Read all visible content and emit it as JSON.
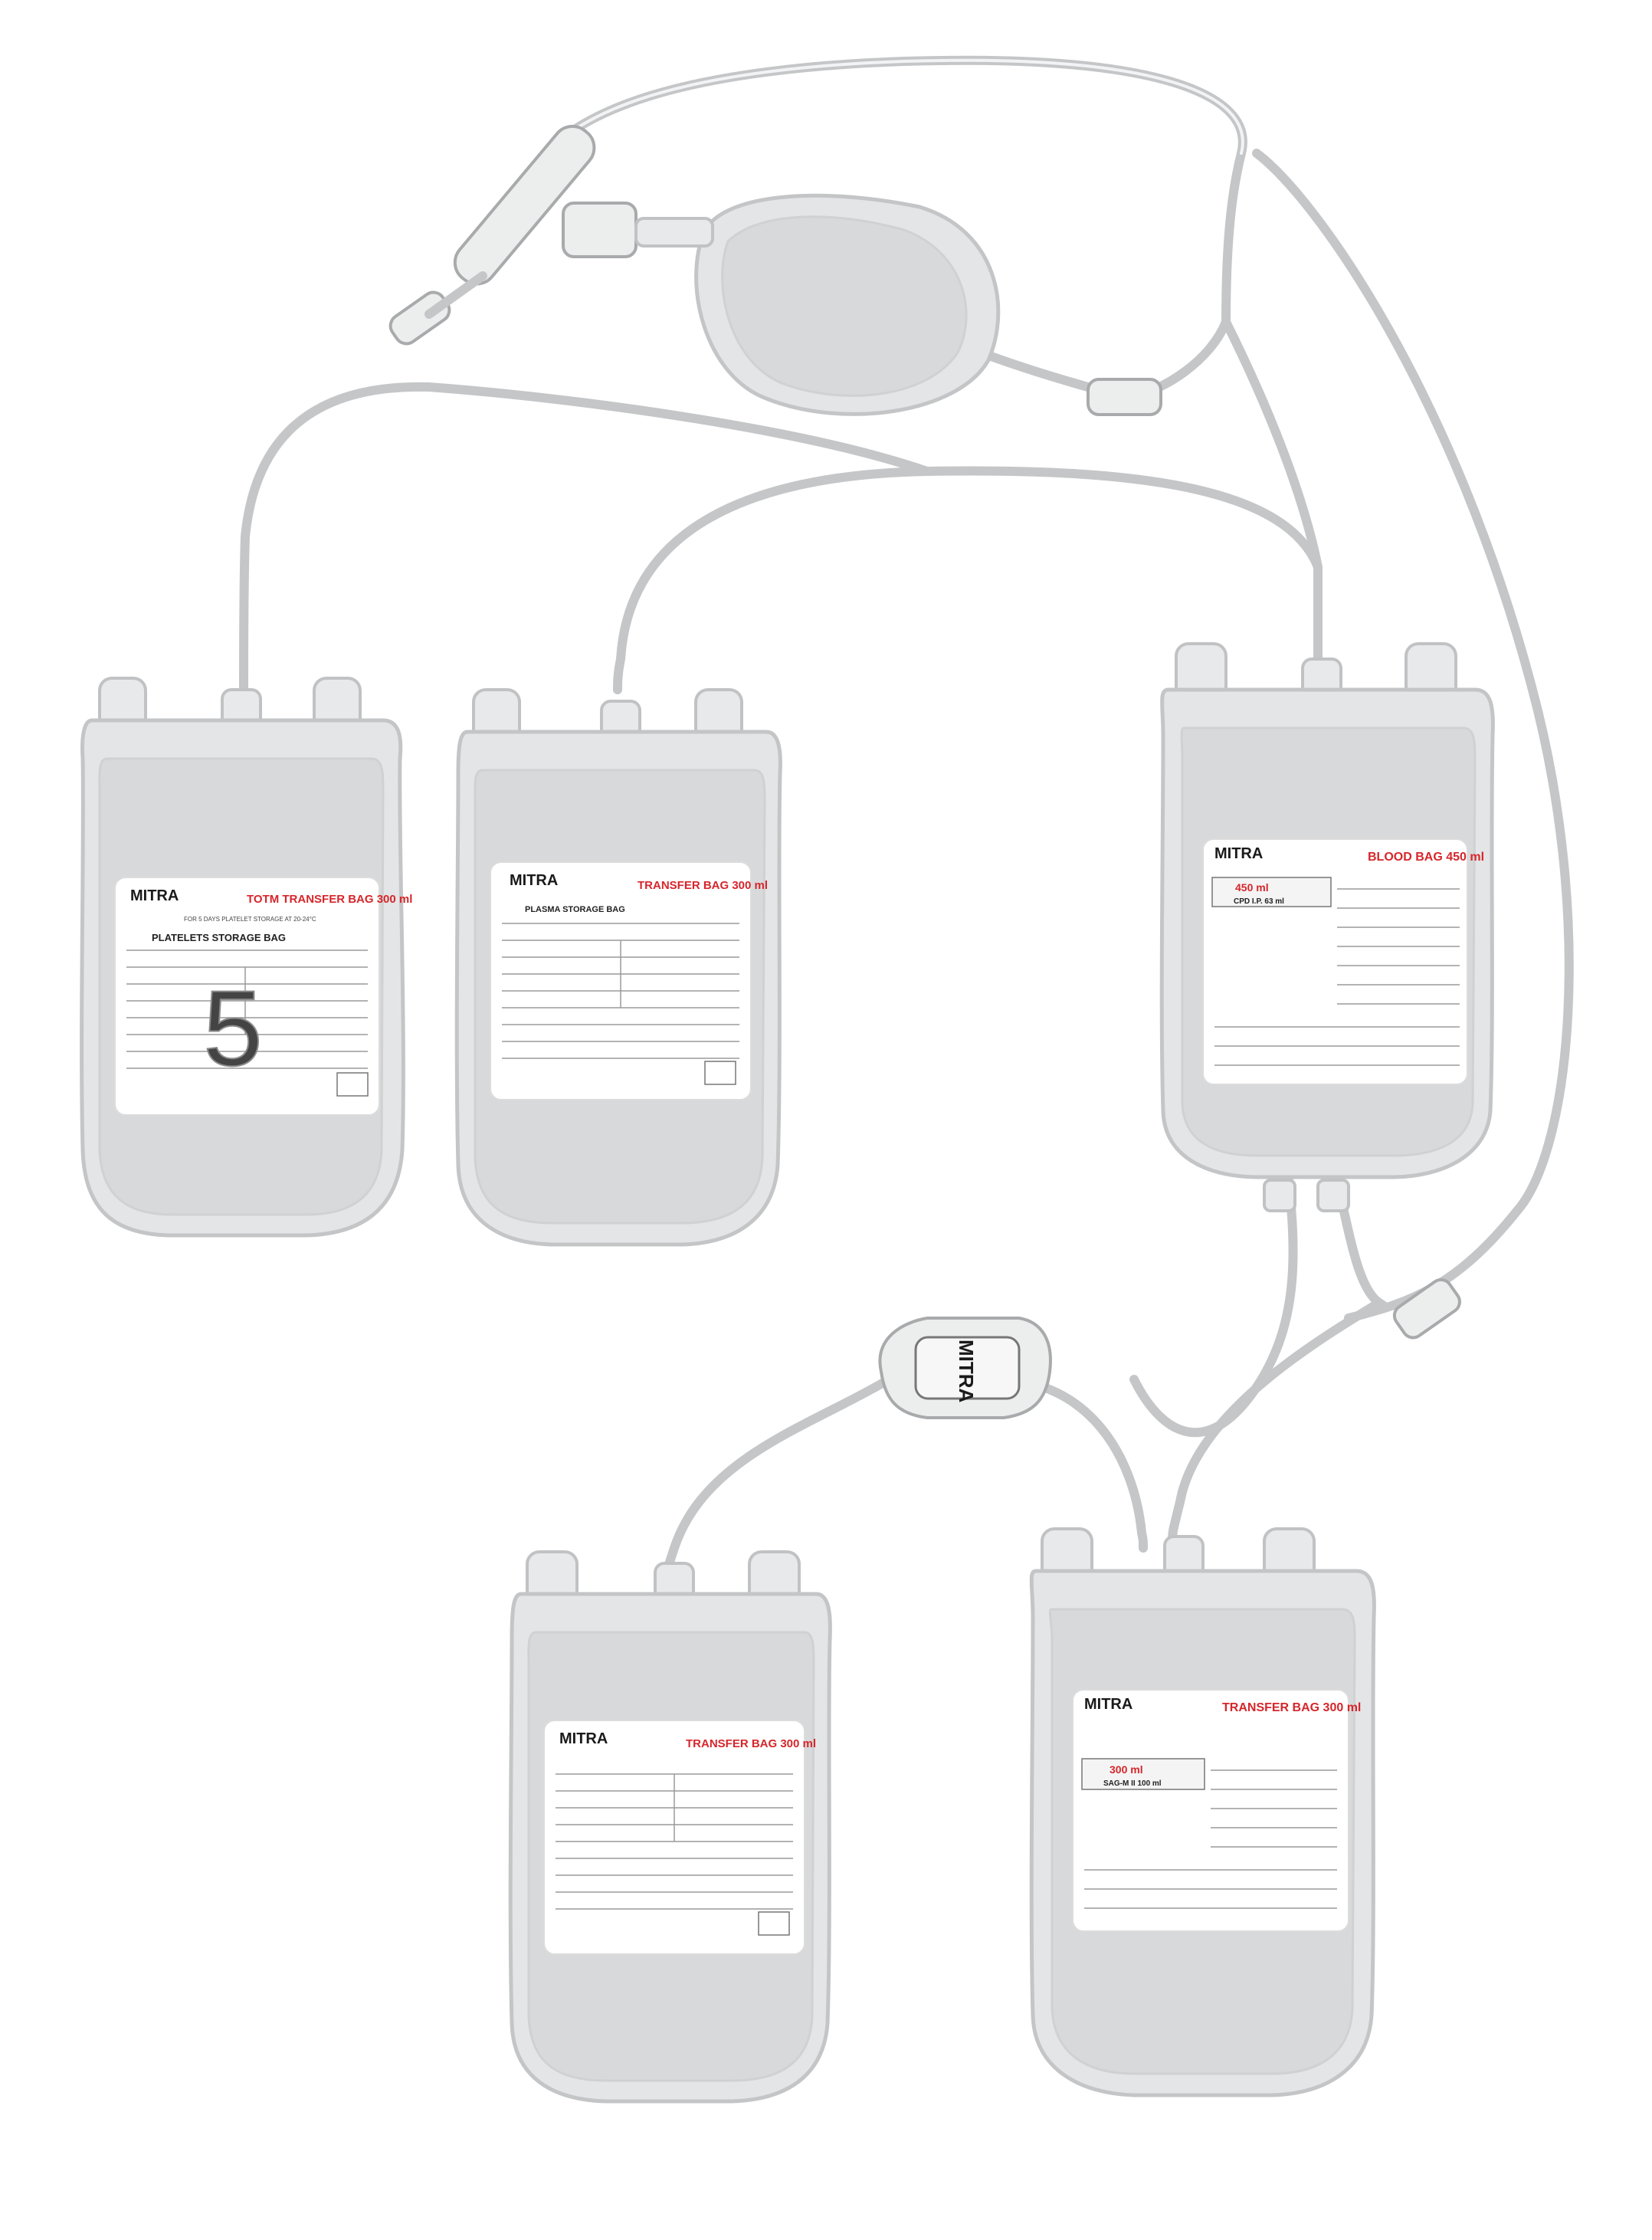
{
  "brand": "MITRA",
  "bags": {
    "platelet": {
      "title": "TOTM TRANSFER BAG 300 ml",
      "subtitle": "FOR 5 DAYS PLATELET STORAGE AT 20-24°C",
      "heading": "PLATELETS STORAGE BAG"
    },
    "plasma": {
      "title": "TRANSFER BAG 300 ml",
      "heading": "PLASMA STORAGE BAG"
    },
    "blood": {
      "title": "BLOOD BAG 450 ml",
      "volume": "450 ml",
      "anticoagulant": "CPD I.P. 63 ml"
    },
    "transfer_left": {
      "title": "TRANSFER BAG 300 ml"
    },
    "transfer_right": {
      "title": "TRANSFER BAG 300 ml",
      "volume": "300 ml",
      "solution": "SAG-M II 100 ml"
    }
  },
  "filter": {
    "brand": "MITRA"
  },
  "colors": {
    "accent_red": "#d6262b",
    "tube": "#c4c6c8",
    "bag": "#e4e5e6"
  }
}
